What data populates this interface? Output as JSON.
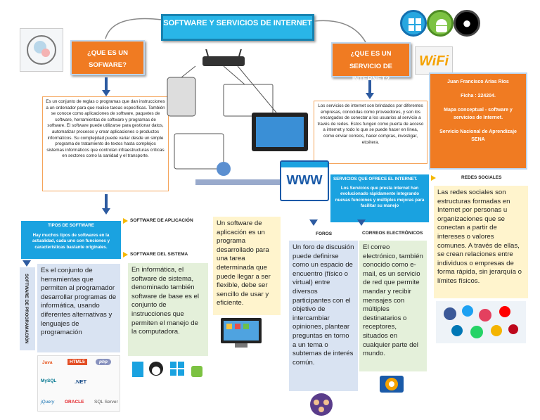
{
  "title": "SOFTWARE Y SERVICIOS DE INTERNET",
  "que_es_software": {
    "heading": "¿QUE ES UN SOFWARE?",
    "text": "Es un conjunto de reglas o programas que dan instrucciones a un ordenador para que realice tareas específicas. También se conoce como aplicaciones de software, paquetes de software, herramientas de software y programas de software. El software puede utilizarse para gestionar datos, automatizar procesos y crear aplicaciones o productos informáticos. Su complejidad puede variar desde un simple programa de tratamiento de textos hasta complejos sistemas informáticos que controlan infraestructuras críticas en sectores como la sanidad y el transporte."
  },
  "que_es_servicio": {
    "heading": "¿QUE ES UN SERVICIO DE INTERNET?",
    "text": "Los servicios de internet son brindados por diferentes empresas, conocidas como proveedores, y son los encargados de conectar a los usuarios al servicio a través de redes. Estos fungen como puerta de acceso a internet y todo lo que se puede hacer en línea, como enviar correos, hacer compras, investigar, etcétera."
  },
  "author": {
    "name": "Juan Francisco Arias Rios",
    "ficha": "Ficha : 224204.",
    "course": "Mapa conceptual - software y servicios de Internet.",
    "institution": "Servicio Nacional de Aprendizaje SENA"
  },
  "wifi_label": "WiFi",
  "tipos_software": {
    "heading": "TIPOS DE SOFTWARE",
    "text": "Hay muchos tipos de softwares en la actualidad, cada uno con funciones y características bastante originales."
  },
  "software_programacion": {
    "label": "SOFTWARE DE PROGRAMACIÓN",
    "text": "Es el conjunto de herramientas que permiten al programador desarrollar programas de informática, usando diferentes alternativas y lenguajes de programación"
  },
  "software_aplicacion": {
    "label": "SOFTWARE DE APLICACIÓN",
    "text": "Un software de aplicación es un programa desarrollado para una tarea determinada que puede llegar a ser flexible, debe ser sencillo de usar y eficiente."
  },
  "software_sistema": {
    "label": "SOFTWARE DEL SISTEMA",
    "text": "En informática, el software de sistema, denominado también software de base es el conjunto de instrucciones que permiten el manejo de la computadora."
  },
  "servicios_ofrece": {
    "heading": "SERVICIOS QUE OFRECE EL INTERNET.",
    "text": "Los Servicios que presta internet han evolucionado rápidamente integrando nuevas funciones y múltiples mejoras para facilitar su manejo",
    "www": "WWW"
  },
  "foros": {
    "label": "FOROS",
    "text": "Un foro de discusión puede definirse como un espacio de encuentro (físico o virtual) entre diversos participantes con el objetivo de intercambiar opiniones, plantear preguntas en torno a un tema o subtemas de interés común."
  },
  "correos": {
    "label": "CORREOS ELECTRÓNICOS",
    "text": "El correo electrónico, también conocido como e-mail, es un servicio de red que permite mandar y recibir mensajes con múltiples destinatarios o receptores, situados en cualquier parte del mundo."
  },
  "redes": {
    "label": "REDES SOCIALES",
    "text": "Las redes sociales son estructuras formadas en Internet por personas u organizaciones que se conectan a partir de intereses o valores comunes. A través de ellas, se crean relaciones entre individuos o empresas de forma rápida, sin jerarquía o límites físicos."
  },
  "logos": [
    "Java",
    "HTML5",
    "php",
    "MySQL",
    ".NET",
    "jQuery",
    "ORACLE",
    "SQL Server"
  ],
  "colors": {
    "accent_blue": "#1aa2e0",
    "orange": "#f07b22",
    "arrow": "#2c5aa0",
    "green_box": "#e4f0da",
    "yellow_box": "#fff4cd",
    "blue_box": "#d9e3f2"
  }
}
